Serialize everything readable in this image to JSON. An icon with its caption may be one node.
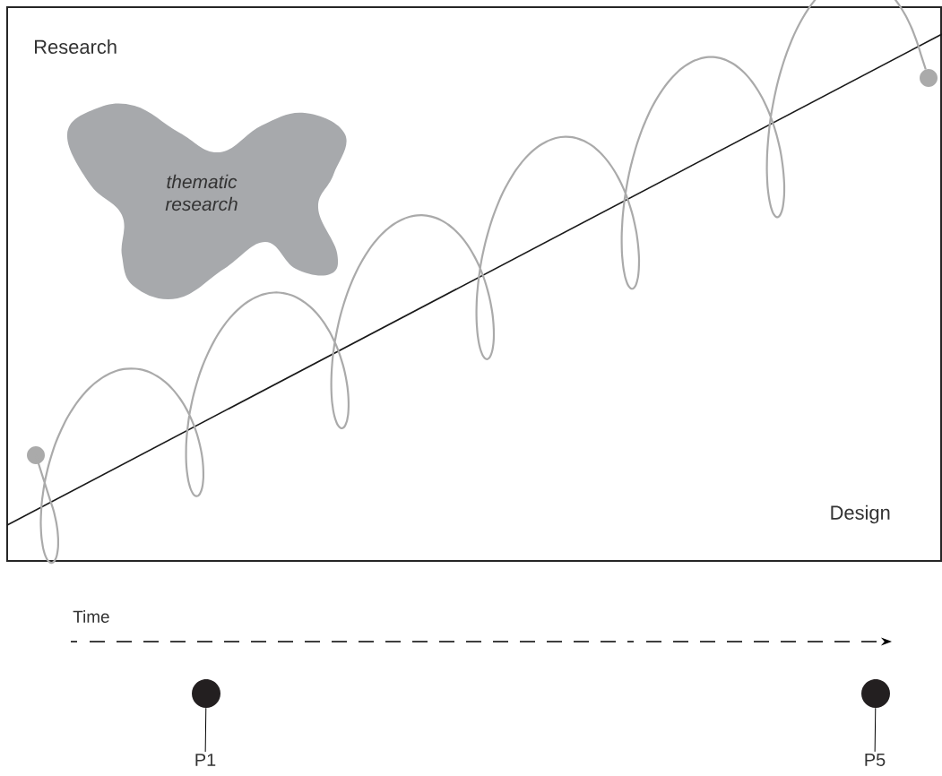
{
  "diagram": {
    "nodes": [
      {
        "text": [
          "thematic research"
        ]
      },
      {
        "text": [],
        "shape": "circle"
      },
      {
        "text": [],
        "shape": "circle"
      },
      {
        "text": [],
        "shape": "circle"
      },
      {
        "text": [],
        "shape": "circle"
      },
      {
        "text": [
          "P1"
        ]
      },
      {
        "text": [
          "P5"
        ]
      }
    ],
    "edges": [
      {
        "from": 1,
        "to": 2,
        "arrow": "none",
        "color": "#aaaaaa"
      },
      {
        "from": 3,
        "to": 5,
        "arrow": "none"
      },
      {
        "from": 4,
        "to": 6,
        "arrow": "none"
      }
    ],
    "labels": [
      "Research",
      "Design",
      "Time"
    ]
  }
}
